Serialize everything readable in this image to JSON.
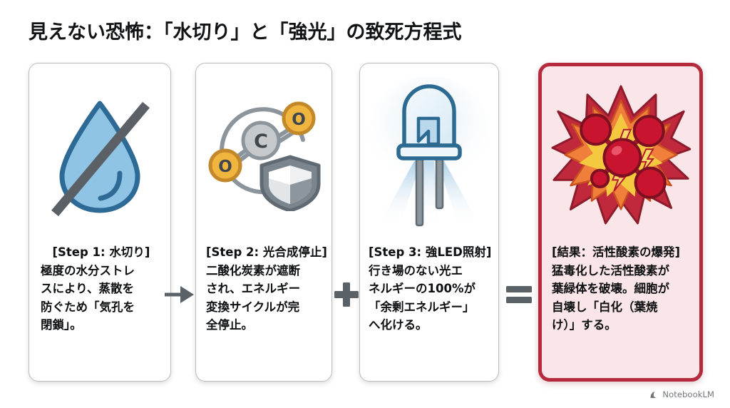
{
  "page": {
    "title": "見えない恐怖：「水切り」と「強光」の致死方程式",
    "background_color": "#ffffff",
    "title_color": "#111315"
  },
  "panels": [
    {
      "id": "step-1",
      "icon": "no-water-droplet-icon",
      "caption": "　[Step 1: 水切り]\n極度の水分ストレ\nスにより、蒸散を\n防ぐため「気孔を\n閉鎖」。",
      "border_color": "#b9bdc1",
      "fill_color": "#ffffff"
    },
    {
      "id": "step-2",
      "icon": "co2-blocked-shield-icon",
      "caption": "[Step 2: 光合成停止]\n二酸化炭素が遮断\nされ、エネルギー\n変換サイクルが完\n全停止。",
      "border_color": "#b9bdc1",
      "fill_color": "#ffffff"
    },
    {
      "id": "step-3",
      "icon": "led-light-icon",
      "caption": "[Step 3: 強LED照射]\n行き場のない光エ\nネルギーの100%が\n「余剰エネルギー」\nへ化ける。",
      "border_color": "#b9bdc1",
      "fill_color": "#ffffff"
    },
    {
      "id": "result",
      "icon": "ros-explosion-molecule-icon",
      "caption": "[結果：活性酸素の爆発]\n猛毒化した活性酸素が\n葉緑体を破壊。細胞が\n自壊し「白化（葉焼\nけ）」する。",
      "border_color": "#b52a3d",
      "fill_color": "#fae6e8"
    }
  ],
  "operators": [
    {
      "id": "arrow",
      "symbol": "→",
      "name": "arrow-right-operator",
      "color": "#5a6167"
    },
    {
      "id": "plus",
      "symbol": "+",
      "name": "plus-operator",
      "color": "#5a6167"
    },
    {
      "id": "equals",
      "symbol": "=",
      "name": "equals-operator",
      "color": "#5a6167"
    }
  ],
  "watermark": {
    "label": "NotebookLM",
    "icon": "notebooklm-icon",
    "color": "#5f6368"
  },
  "colors": {
    "droplet_fill": "#8fc4e5",
    "droplet_stroke": "#2e6a96",
    "slash_gray": "#5a6066",
    "atom_oxygen": "#efb53f",
    "atom_carbon": "#c5c9cc",
    "shield_gray": "#7b858d",
    "led_blue": "#2d6a92",
    "explosion_red": "#c0293c",
    "explosion_orange": "#ef7f3a",
    "explosion_yellow": "#f5c93f",
    "result_border": "#b52a3d",
    "result_fill": "#fae6e8"
  }
}
